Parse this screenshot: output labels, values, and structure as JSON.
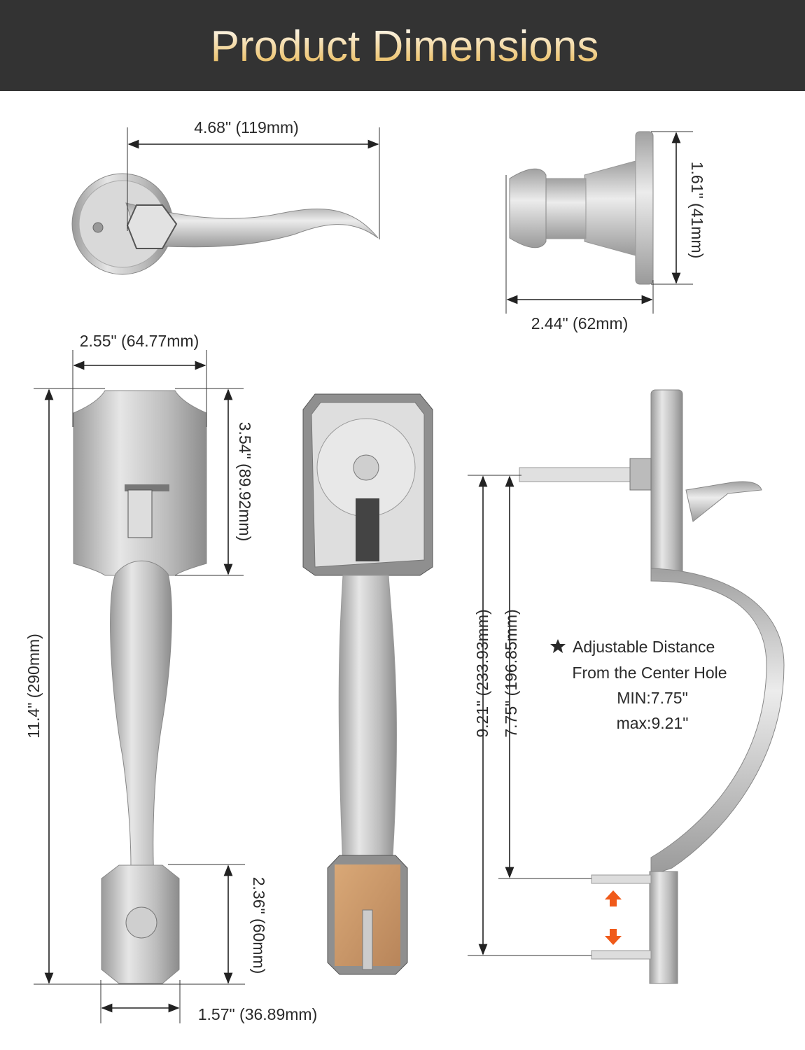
{
  "header": {
    "title": "Product Dimensions"
  },
  "colors": {
    "header_bg": "#333333",
    "title_top": "#ffffff",
    "title_bottom": "#e8b44a",
    "metal": "#c9c9c9",
    "arrow": "#f05a1a"
  },
  "dimensions": {
    "lever_length": "4.68\" (119mm)",
    "rose_depth": "1.61\" (41mm)",
    "knob_width": "2.44\" (62mm)",
    "plate_width": "2.55\" (64.77mm)",
    "plate_height": "3.54\" (89.92mm)",
    "total_height": "11.4\" (290mm)",
    "bottom_plate_height": "2.36\" (60mm)",
    "bottom_plate_width": "1.57\" (36.89mm)",
    "max_distance": "9.21\" (233.93mm)",
    "min_distance": "7.75\" (196.85mm)"
  },
  "note": {
    "star_icon": "star",
    "line1": "Adjustable Distance",
    "line2": "From the Center Hole",
    "line3": "MIN:7.75\"",
    "line4": "max:9.21\""
  }
}
